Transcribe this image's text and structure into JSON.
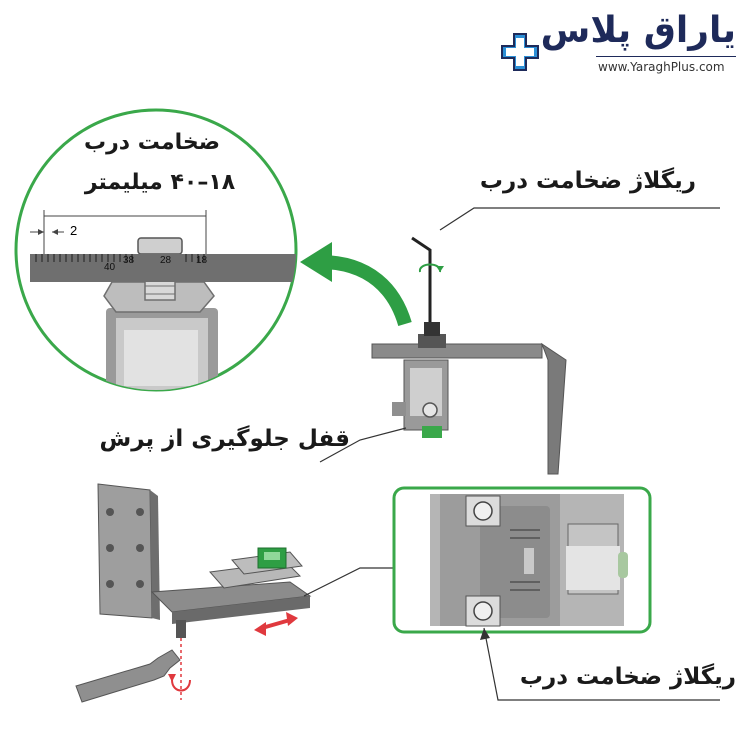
{
  "logo": {
    "text": "یاراق پلاس",
    "url": "www.YaraghPlus.com",
    "color_primary": "#1e2a5a",
    "color_accent": "#2c8fd6"
  },
  "labels": {
    "door_thickness_title": "ضخامت درب",
    "door_thickness_range": "۱۸–۴۰ میلیمتر",
    "door_thickness_adjuster_top": "ریگلاژ ضخامت درب",
    "anti_jump_lock": "قفل جلوگیری از پرش",
    "door_thickness_adjuster_bottom": "ریگلاژ ضخامت درب"
  },
  "scale": {
    "dimension_2": "2",
    "tick_40": "40",
    "tick_38": "38",
    "tick_28": "28",
    "tick_18": "18"
  },
  "colors": {
    "green_frame": "#3aa84a",
    "green_arrow": "#2e9e44",
    "red_arrow": "#e0393e",
    "metal_dark": "#6f6f6f",
    "metal_light": "#bfbfbf"
  }
}
